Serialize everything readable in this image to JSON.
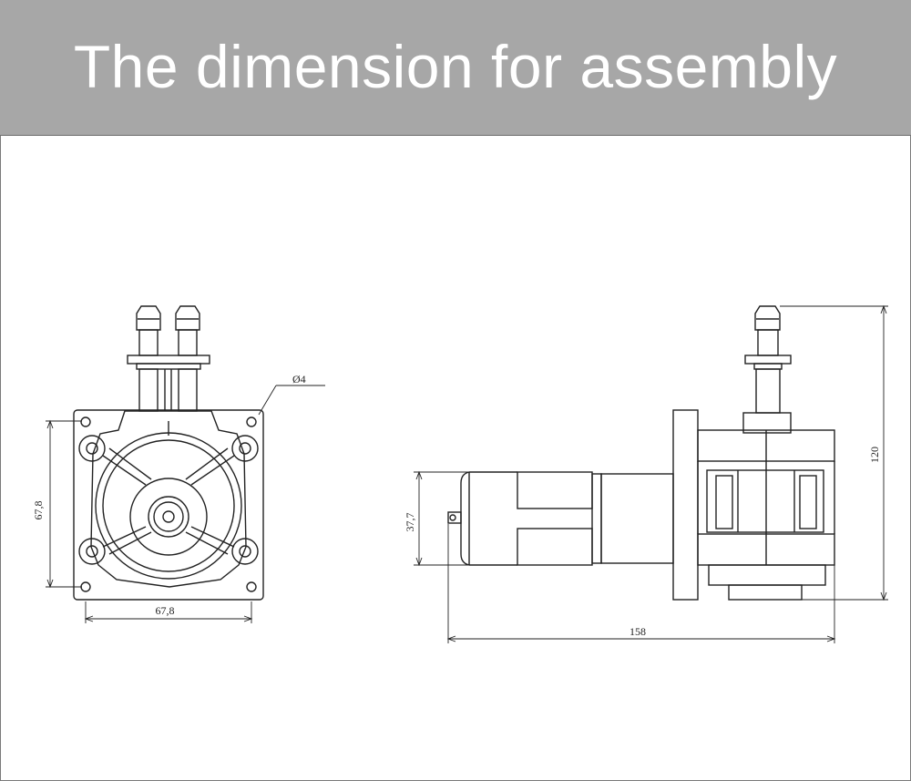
{
  "title": "The dimension for assembly",
  "colors": {
    "title_bar": "#a7a7a7",
    "title_text": "#ffffff",
    "line": "#222222"
  },
  "front_view": {
    "hole_label": "Ø4",
    "width_label": "67,8",
    "height_label": "67,8"
  },
  "side_view": {
    "motor_diameter_label": "37,7",
    "height_label": "120",
    "length_label": "158"
  }
}
